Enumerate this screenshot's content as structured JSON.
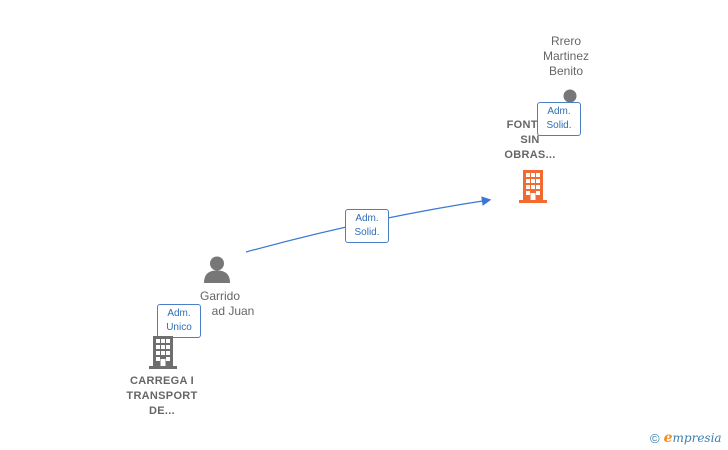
{
  "nodes": {
    "person_top": {
      "lines": [
        "Rrero",
        "Martinez",
        "Benito"
      ]
    },
    "company_top": {
      "lines": [
        "FONTAN",
        "SIN",
        "OBRAS..."
      ],
      "color": "#f26a30"
    },
    "person_mid": {
      "lines": [
        "Garrido",
        "ad Juan"
      ]
    },
    "company_bottom": {
      "lines": [
        "CARREGA I",
        "TRANSPORT",
        "DE..."
      ],
      "color": "#6e6e6e"
    }
  },
  "edges": {
    "top": {
      "line1": "Adm.",
      "line2": "Solid."
    },
    "middle": {
      "line1": "Adm.",
      "line2": "Solid."
    },
    "bottom": {
      "line1": "Adm.",
      "line2": "Unico"
    }
  },
  "colors": {
    "edge": "#3a78d4",
    "person": "#777777"
  },
  "footer": {
    "copyright": "©",
    "brand_initial": "e",
    "brand_rest": "mpresia"
  }
}
